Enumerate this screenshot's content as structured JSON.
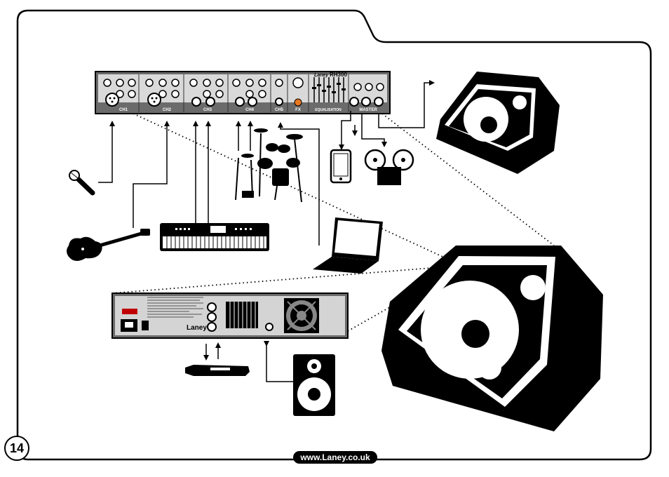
{
  "page_number": "14",
  "footer_url": "www.Laney.co.uk",
  "mixer": {
    "brand": "Laney",
    "model": "RH300",
    "channel_labels": [
      "CH1",
      "CH2",
      "CH3",
      "CH4",
      "CH5",
      "FX",
      "EQUALISATION",
      "MASTER"
    ]
  },
  "rear_panel": {
    "brand": "Laney"
  }
}
